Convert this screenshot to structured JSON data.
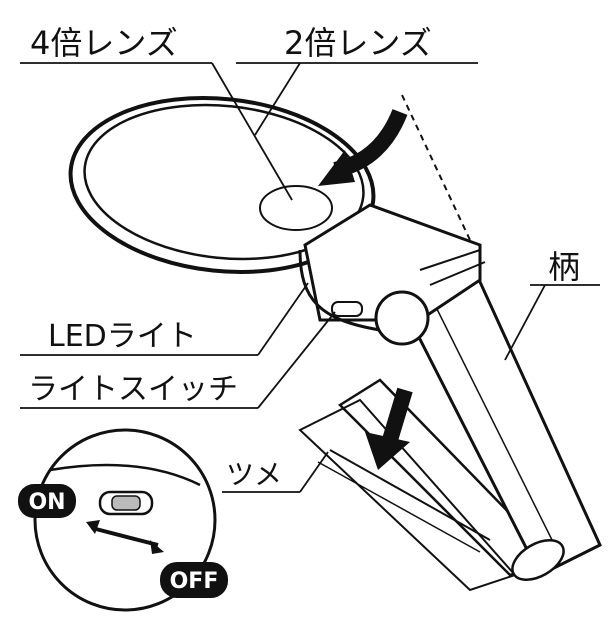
{
  "labels": {
    "lens_4x": "4倍レンズ",
    "lens_2x": "2倍レンズ",
    "handle": "柄",
    "led_light": "LEDライト",
    "light_switch": "ライトスイッチ",
    "tab": "ツメ"
  },
  "inset": {
    "on": "ON",
    "off": "OFF"
  }
}
